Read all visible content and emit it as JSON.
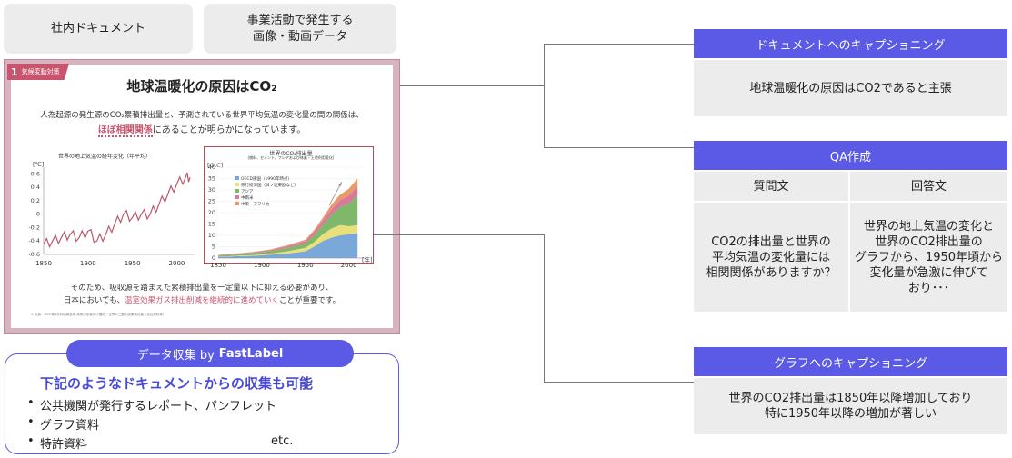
{
  "tabs": {
    "internal_docs": "社内ドキュメント",
    "business_media": "事業活動で発生する\n画像・動画データ"
  },
  "document": {
    "tag_number": "1",
    "tag_text": "気候変動対策",
    "title": "地球温暖化の原因はCO₂",
    "intro_line1": "人為起源の発生源のCO₂累積排出量と、予測されている世界平均気温の変化量の間の関係は、",
    "intro_highlight": "ほぼ相関関係",
    "intro_line2_rest": "にあることが明らかになっています。",
    "outro_line1": "そのため、吸収源を踏まえた累積排出量を一定量以下に抑える必要があり、",
    "outro_line2_pre": "日本においても、",
    "outro_line2_highlight": "温室効果ガス排出削減を継続的に進めていく",
    "outro_line2_post": "ことが重要です。",
    "footnote": "※ 出典：IPCC第5次評価報告書 政策決定者向け要約／世界の二酸化炭素排出量（化石燃料等）"
  },
  "chart_data": [
    {
      "type": "line",
      "title": "世界の地上気温の経年変化（年平均）",
      "ylabel": "[℃]",
      "x": [
        1850,
        1860,
        1870,
        1880,
        1890,
        1900,
        1910,
        1920,
        1930,
        1940,
        1950,
        1960,
        1970,
        1980,
        1990,
        2000,
        2010,
        2015
      ],
      "values": [
        -0.45,
        -0.4,
        -0.35,
        -0.3,
        -0.35,
        -0.25,
        -0.4,
        -0.3,
        -0.15,
        0.0,
        -0.05,
        0.0,
        0.0,
        0.15,
        0.3,
        0.45,
        0.55,
        0.55
      ],
      "xticks": [
        "1850",
        "1900",
        "1950",
        "2000"
      ],
      "yticks": [
        "0.6",
        "0.4",
        "0.2",
        "0",
        "-0.2",
        "-0.4",
        "-0.6"
      ],
      "ylim": [
        -0.6,
        0.7
      ],
      "xlim": [
        1850,
        2020
      ],
      "color": "#b85a6a"
    },
    {
      "type": "area",
      "title": "世界のCO₂排出量",
      "subtitle": "(燃料、セメント、フレアおよび林業・土地利用変化)",
      "ylabel": "[GtC]",
      "xunit": "[年]",
      "x": [
        1850,
        1870,
        1890,
        1910,
        1930,
        1950,
        1960,
        1970,
        1980,
        1990,
        2000,
        2010
      ],
      "series": [
        {
          "name": "OECD諸国（1990年時点）",
          "color": "#7aa8d8",
          "values": [
            0.5,
            0.8,
            1.0,
            1.5,
            2.0,
            3.0,
            5.0,
            7.5,
            9.0,
            10.0,
            10.5,
            11.0
          ]
        },
        {
          "name": "移行経済国（旧ソ連東欧など）",
          "color": "#e8e07a",
          "values": [
            0.1,
            0.2,
            0.3,
            0.5,
            1.0,
            1.5,
            2.0,
            3.0,
            4.0,
            4.5,
            3.5,
            3.5
          ]
        },
        {
          "name": "アジア",
          "color": "#7fb86a",
          "values": [
            0.5,
            0.6,
            0.8,
            1.0,
            1.5,
            2.0,
            3.0,
            4.0,
            6.0,
            8.0,
            10.0,
            13.0
          ]
        },
        {
          "name": "中南米",
          "color": "#d87a9a",
          "values": [
            0.2,
            0.3,
            0.4,
            0.5,
            0.8,
            1.0,
            1.5,
            2.0,
            2.5,
            3.0,
            3.5,
            4.0
          ]
        },
        {
          "name": "中東・アフリカ",
          "color": "#e89a6a",
          "values": [
            0.1,
            0.1,
            0.2,
            0.3,
            0.4,
            0.6,
            0.8,
            1.2,
            2.0,
            2.5,
            3.0,
            3.5
          ]
        }
      ],
      "xticks": [
        "1850",
        "1900",
        "1950",
        "2000"
      ],
      "yticks": [
        "40",
        "35",
        "30",
        "25",
        "20",
        "15",
        "10",
        "5",
        "0"
      ],
      "ylim": [
        0,
        40
      ],
      "xlim": [
        1850,
        2015
      ]
    }
  ],
  "doc_caption": {
    "header": "ドキュメントへのキャプショニング",
    "body": "地球温暖化の原因はCO2であると主張"
  },
  "qa": {
    "header": "QA作成",
    "question_header": "質問文",
    "answer_header": "回答文",
    "question": "CO2の排出量と世界の\n平均気温の変化量には\n相関関係がありますか？",
    "answer": "世界の地上気温の変化と\n世界のCO2排出量の\nグラフから、1950年頃から\n変化量が急激に伸びて\nおり･･･"
  },
  "graph_caption": {
    "header": "グラフへのキャプショニング",
    "body": "世界のCO2排出量は1850年以降増加しており\n特に1950年以降の増加が著しい"
  },
  "fastlabel": {
    "pill_text": "データ収集 by",
    "pill_brand": "FastLabel",
    "heading": "下記のようなドキュメントからの収集も可能",
    "items": [
      "公共機関が発行するレポート、パンフレット",
      "グラフ資料",
      "特許資料"
    ],
    "etc": "etc."
  }
}
